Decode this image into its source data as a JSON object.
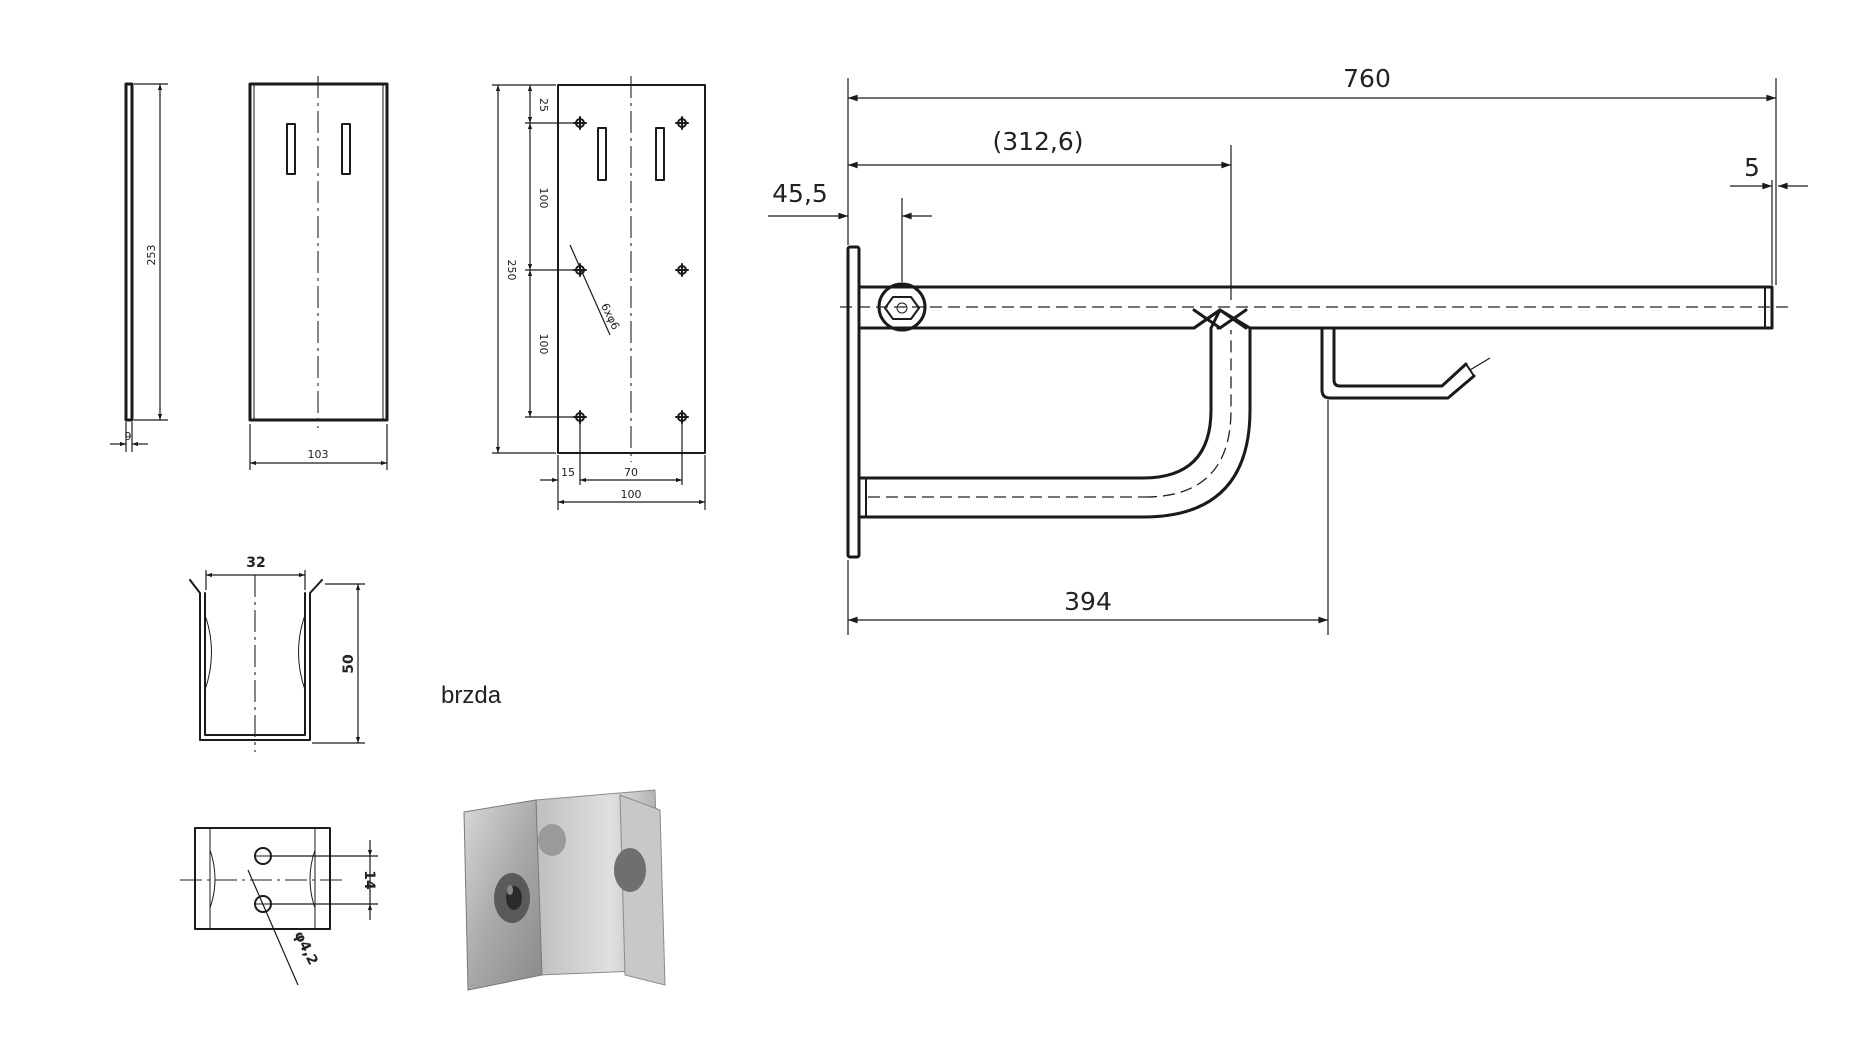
{
  "main_view": {
    "dim_overall": "760",
    "dim_inner": "(312,6)",
    "dim_offset": "45,5",
    "dim_tip": "5",
    "dim_depth": "394"
  },
  "plate_side": {
    "dim_height": "253",
    "dim_thickness": "9"
  },
  "plate_front": {
    "dim_width": "103"
  },
  "plate_back": {
    "dim_top": "25",
    "dim_upper": "100",
    "dim_total": "250",
    "dim_lower": "100",
    "dim_edge": "15",
    "dim_spacing": "70",
    "dim_width": "100",
    "hole_note": "6xφ6"
  },
  "brake": {
    "dim_width": "32",
    "dim_height": "50",
    "dim_hole_spacing": "14",
    "hole_note": "φ4,2",
    "label": "brzda"
  }
}
